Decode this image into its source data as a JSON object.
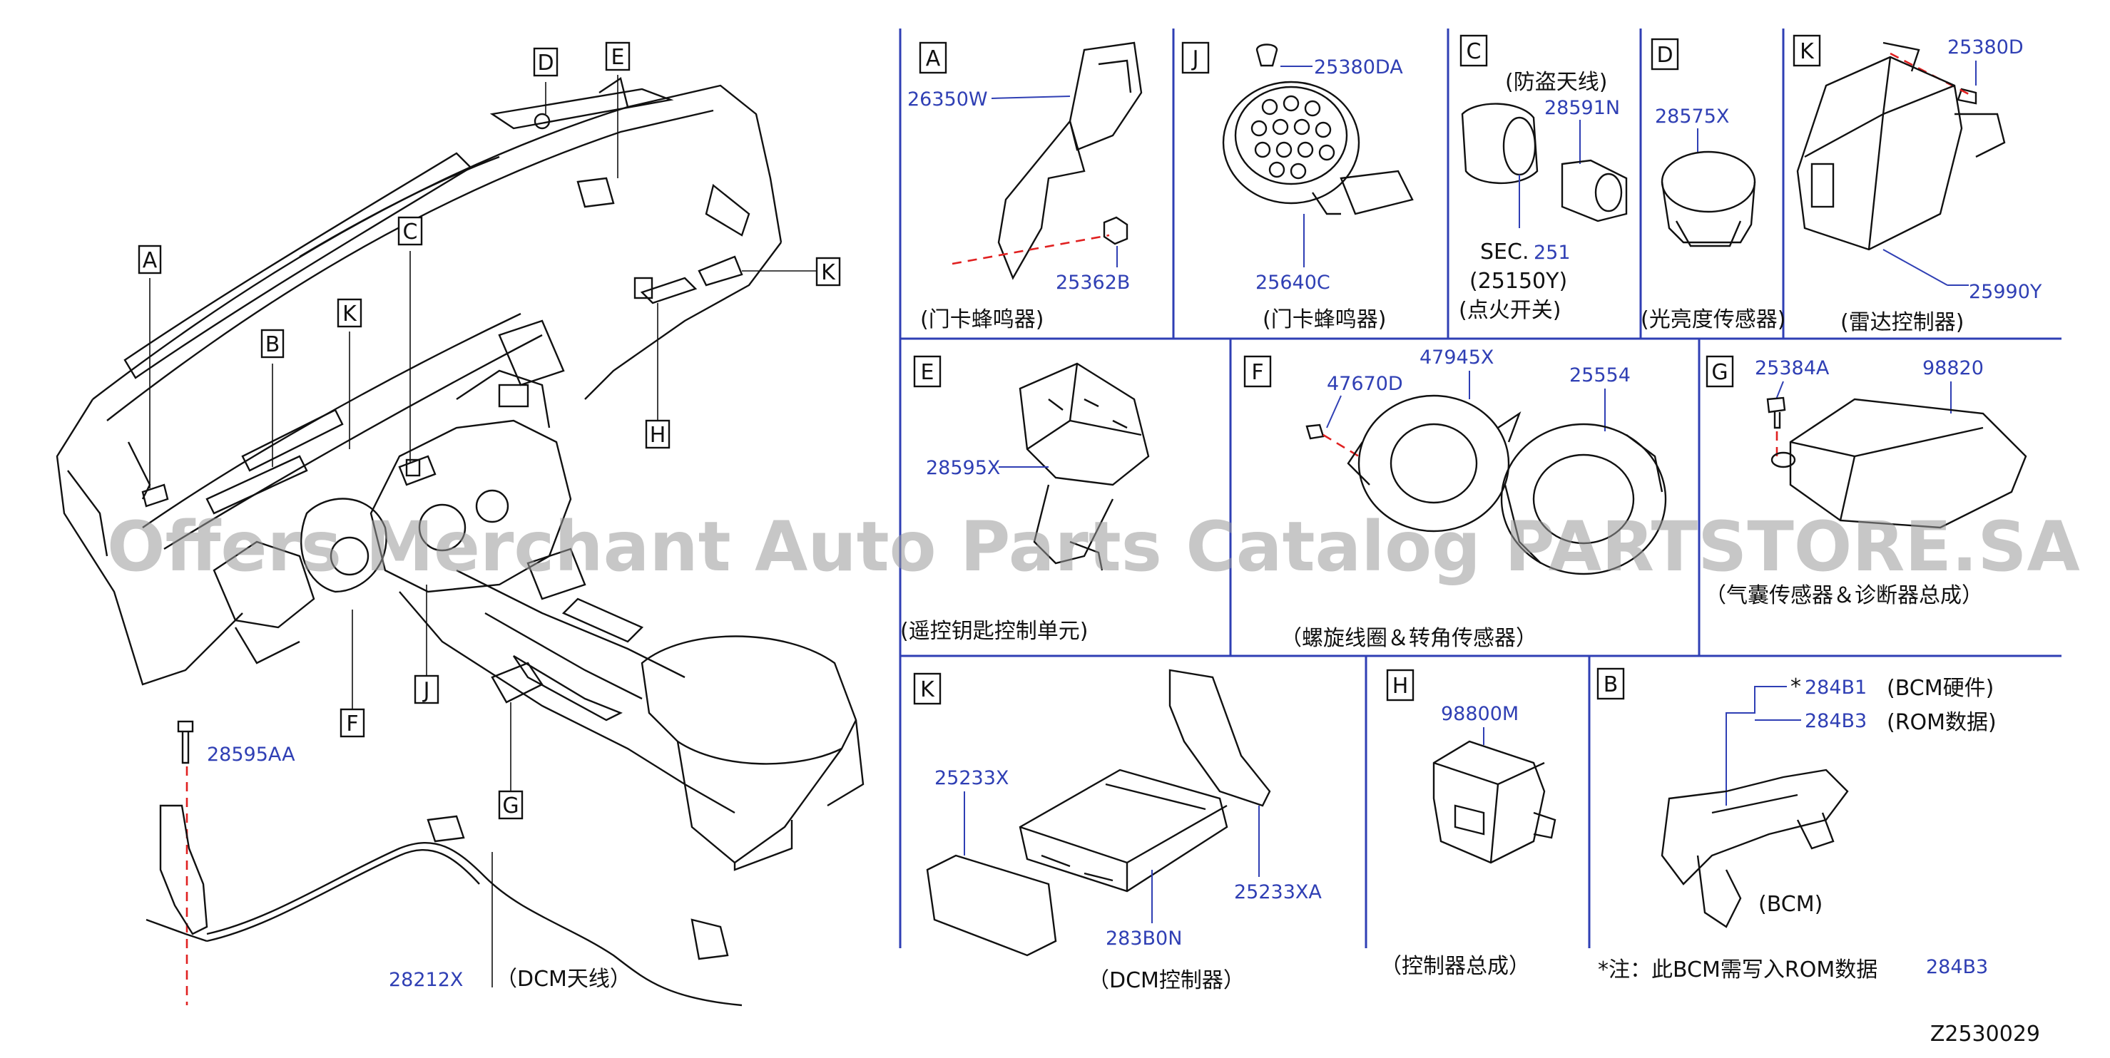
{
  "watermark": "Offers Merchant Auto Parts Catalog PARTSTORE.SA",
  "diagram_code": "Z2530029",
  "overview": {
    "letter_labels": [
      "A",
      "B",
      "C",
      "D",
      "E",
      "F",
      "G",
      "H",
      "J",
      "K",
      "K"
    ],
    "part_bolt": "28595AA",
    "part_antenna": "28212X",
    "caption_antenna": "（DCM天线）"
  },
  "panels": {
    "A": {
      "letter": "A",
      "parts": [
        "26350W",
        "25362B"
      ],
      "caption": "(门卡蜂鸣器)"
    },
    "J": {
      "letter": "J",
      "parts": [
        "25380DA",
        "25640C"
      ],
      "caption": "(门卡蜂鸣器)"
    },
    "C": {
      "letter": "C",
      "parts": [
        "28591N"
      ],
      "note_top": "(防盗天线)",
      "sec": "SEC.",
      "sec_num": "251",
      "sec_sub": "(25150Y)",
      "caption": "(点火开关)"
    },
    "D": {
      "letter": "D",
      "parts": [
        "28575X"
      ],
      "caption": "(光亮度传感器)"
    },
    "K1": {
      "letter": "K",
      "parts": [
        "25380D",
        "25990Y"
      ],
      "caption": "(雷达控制器)"
    },
    "E": {
      "letter": "E",
      "parts": [
        "28595X"
      ],
      "caption": "(遥控钥匙控制单元)"
    },
    "F": {
      "letter": "F",
      "parts": [
        "47945X",
        "47670D",
        "25554"
      ],
      "caption": "（螺旋线圈＆转角传感器）"
    },
    "G": {
      "letter": "G",
      "parts": [
        "25384A",
        "98820"
      ],
      "caption": "（气囊传感器＆诊断器总成）"
    },
    "K2": {
      "letter": "K",
      "parts": [
        "25233X",
        "25233XA",
        "283B0N"
      ],
      "caption": "（DCM控制器）"
    },
    "H": {
      "letter": "H",
      "parts": [
        "98800M"
      ],
      "caption": "（控制器总成）"
    },
    "B": {
      "letter": "B",
      "star": "*",
      "parts": [
        "284B1",
        "284B3",
        "284B3"
      ],
      "note1": "(BCM硬件)",
      "note2": "(ROM数据)",
      "module": "(BCM)",
      "footnote": "*注：此BCM需写入ROM数据"
    }
  }
}
